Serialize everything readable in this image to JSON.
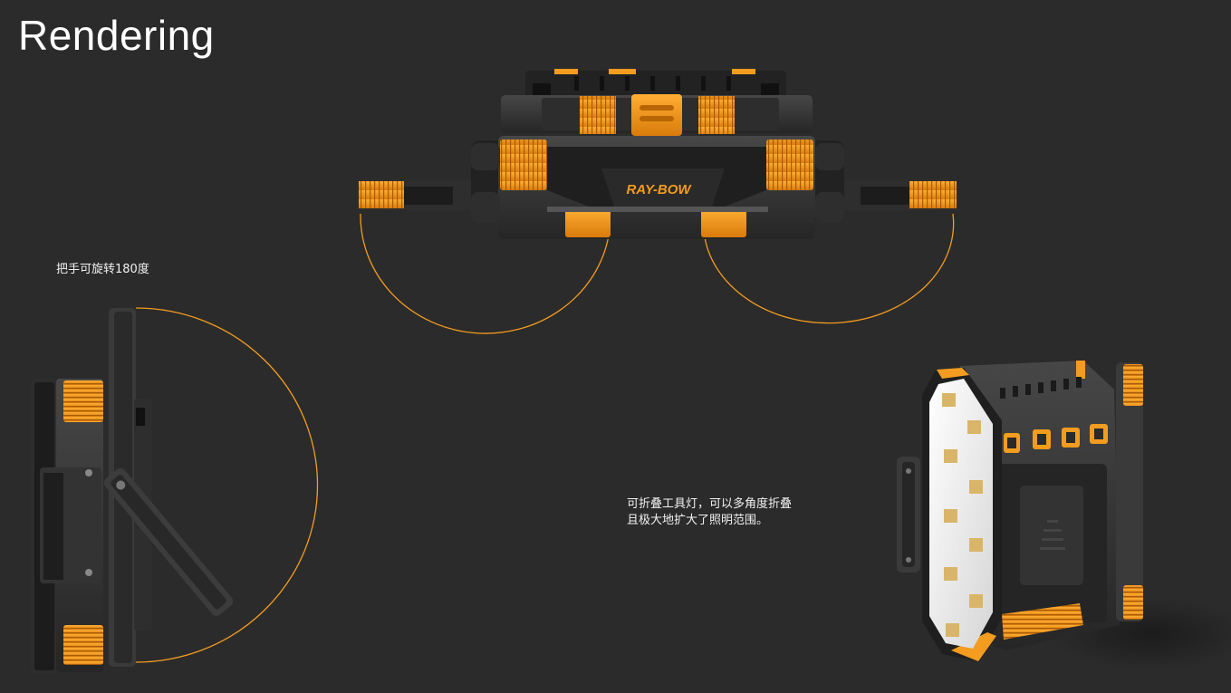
{
  "page": {
    "title": "Rendering"
  },
  "captions": {
    "handle_rotation": "把手可旋转180度",
    "fold_line1": "可折叠工具灯，可以多角度折叠",
    "fold_line2": "且极大地扩大了照明范围。"
  },
  "product": {
    "brand": "RAY-BOW"
  },
  "colors": {
    "background": "#2b2b2b",
    "accent_orange": "#f39c1f",
    "body_dark": "#3a3a3a",
    "body_darker": "#1e1e1e",
    "led_panel": "#eeeeee",
    "led_chip": "#d9b56a"
  }
}
